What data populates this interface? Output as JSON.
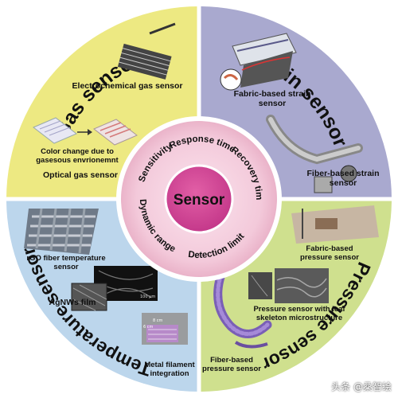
{
  "center": {
    "title": "Sensor",
    "metrics": [
      "Sensitivity",
      "Response time",
      "Recovery time",
      "Detection limit",
      "Dynamic range"
    ]
  },
  "quadrants": {
    "gas": {
      "title": "Gas sensor",
      "color": "#ede982",
      "items": {
        "electrochemical": "Electrochemical gas sensor",
        "color_change": "Color change due to gasesous envrionemnt",
        "optical": "Optical gas sensor"
      }
    },
    "strain": {
      "title": "Strain sensor",
      "color": "#a9a9cf",
      "items": {
        "fabric": "Fabric-based strain sensor",
        "fiber": "Fiber-based strain sensor"
      }
    },
    "temperature": {
      "title": "Temperature sensor",
      "color": "#bcd6ec",
      "items": {
        "rgo": "rGO fiber temperature sensor",
        "agnws": "AgNWs film",
        "metal": "Metal filament integration"
      }
    },
    "pressure": {
      "title": "Pressure sensor",
      "color": "#cfe08e",
      "items": {
        "fabric": "Fabric-based pressure sensor",
        "leaf": "Pressure sensor with leaf skeleton microstructure",
        "fiber": "Fiber-based pressure sensor"
      }
    }
  },
  "image_text": {
    "sem_scale": "100 μm",
    "dim_top": "8 cm",
    "dim_side": "6 cm"
  },
  "watermark": "头条 @桑智绘"
}
